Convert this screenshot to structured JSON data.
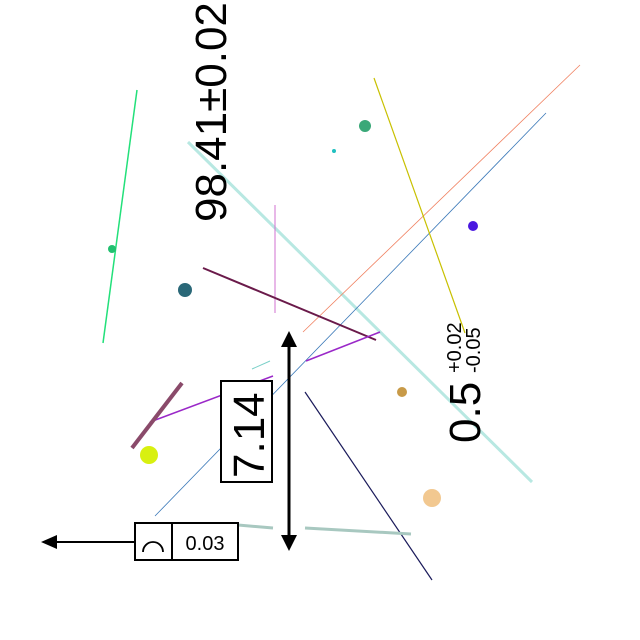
{
  "dimensions": {
    "main_tolerance": {
      "value": "98.41±0.02"
    },
    "boxed_basic": {
      "value": "7.14"
    },
    "stacked_tolerance": {
      "value": "0.5",
      "upper": "+0.02",
      "lower": "-0.05"
    }
  },
  "feature_control_frame": {
    "symbol": "⌒",
    "symbol_name": "profile-of-a-line",
    "tolerance": "0.03"
  },
  "colors": {
    "dimension_line": "#000000",
    "green_line": "#22e07a",
    "cyan_line": "#b8e8e2",
    "orange_line": "#f08060",
    "blue_line": "#3a78b8",
    "yellow_line": "#c8c000",
    "maroon_line": "#6a1a4a",
    "purple_line": "#9a28c8",
    "navy_line": "#1a1a5a",
    "gray_teal_line": "#a8c8c0",
    "mauve_line": "#8a4a6a"
  }
}
